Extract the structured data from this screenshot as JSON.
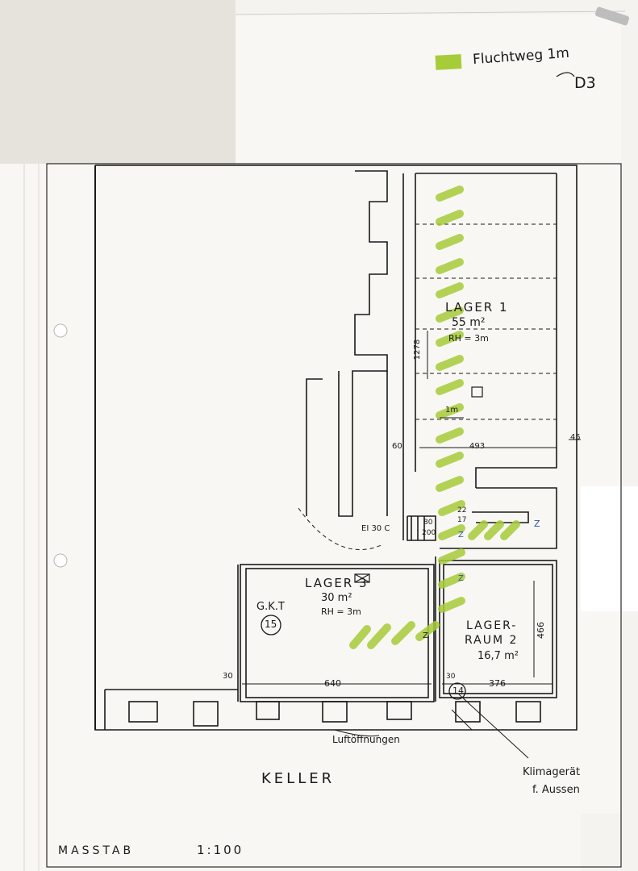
{
  "legend": {
    "label": "Fluchtweg 1m",
    "sheet_mark": "D3",
    "swatch_color": "#a7cc3a"
  },
  "rooms": {
    "lager1": {
      "name": "LAGER 1",
      "area": "55 m²",
      "height": "RH = 3m"
    },
    "lager3": {
      "name": "LAGER 3",
      "area": "30 m²",
      "height": "RH = 3m",
      "code": "G.K.T",
      "number": "15"
    },
    "lagerraum2": {
      "name_line1": "LAGER-",
      "name_line2": "RAUM 2",
      "area": "16,7 m²",
      "number": "14"
    }
  },
  "dimensions": {
    "d1278": "1278",
    "d1m": "1m",
    "d60": "60",
    "d493": "493",
    "d45": "45",
    "d80": "80",
    "d200": "200",
    "d22": "22",
    "d17": "17",
    "d30a": "30",
    "d640": "640",
    "d30b": "30",
    "d376": "376",
    "d466": "466",
    "ei30c": "EI 30 C"
  },
  "door_marks": [
    "Z",
    "Z",
    "Z",
    "Z"
  ],
  "annotations": {
    "air_openings": "Luftöffnungen",
    "ac_unit_line1": "Klimagerät",
    "ac_unit_line2": "f. Aussen"
  },
  "title": "KELLER",
  "scale": {
    "label": "MASSTAB",
    "value": "1:100"
  },
  "colors": {
    "paper": "#f7f6f2",
    "ink": "#1a1a1a",
    "highlight": "#a7cc3a",
    "blue_ink": "#2a4fb0"
  }
}
